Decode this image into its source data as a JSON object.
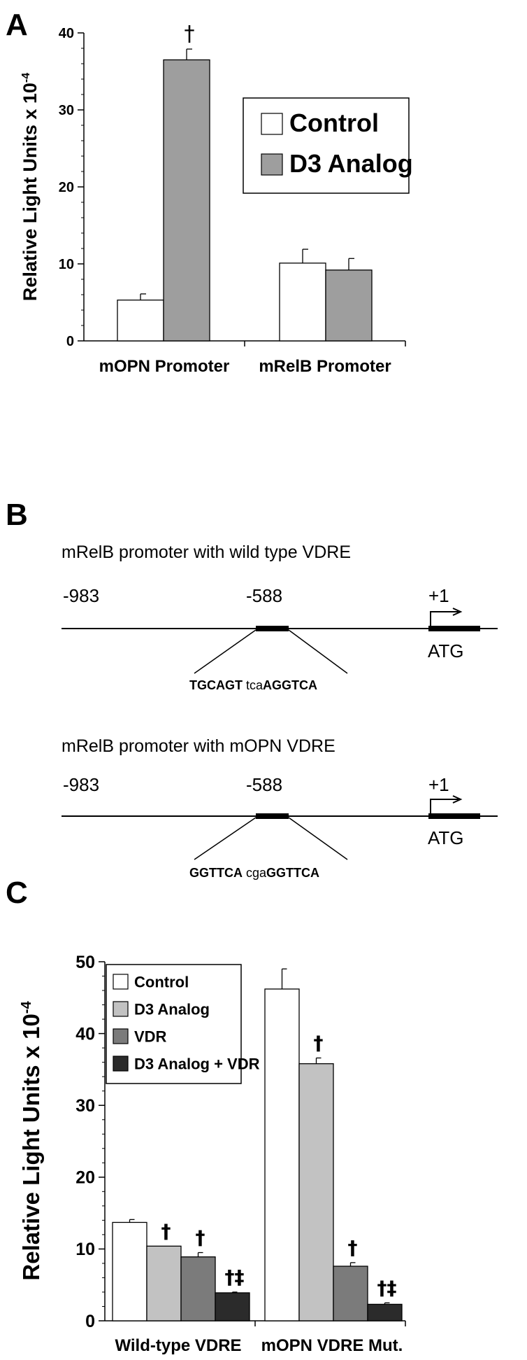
{
  "chart_data": [
    {
      "panel": "A",
      "type": "bar",
      "ylabel": "Relative Light Units x 10",
      "ylabel_exp": "-4",
      "ylim": [
        0,
        40
      ],
      "yticks": [
        "0",
        "10",
        "20",
        "30",
        "40"
      ],
      "categories": [
        "mOPN Promoter",
        "mRelB Promoter"
      ],
      "series": [
        {
          "name": "Control",
          "color": "#ffffff",
          "values": [
            5.3,
            10.1
          ],
          "errors": [
            0.8,
            1.8
          ],
          "marks": [
            "",
            ""
          ]
        },
        {
          "name": "D3 Analog",
          "color": "#9e9e9e",
          "values": [
            36.5,
            9.2
          ],
          "errors": [
            1.4,
            1.5
          ],
          "marks": [
            "†",
            ""
          ]
        }
      ],
      "legend_position": "right",
      "grid": false
    },
    {
      "panel": "C",
      "type": "bar",
      "ylabel": "Relative Light Units x 10",
      "ylabel_exp": "-4",
      "ylim": [
        0,
        50
      ],
      "yticks": [
        "0",
        "10",
        "20",
        "30",
        "40",
        "50"
      ],
      "categories": [
        "Wild-type VDRE",
        "mOPN VDRE Mut."
      ],
      "series": [
        {
          "name": "Control",
          "color": "#ffffff",
          "values": [
            13.7,
            46.2
          ],
          "errors": [
            0.4,
            2.8
          ],
          "marks": [
            "",
            ""
          ]
        },
        {
          "name": "D3 Analog",
          "color": "#c2c2c2",
          "values": [
            10.4,
            35.8
          ],
          "errors": [
            0.0,
            0.8
          ],
          "marks": [
            "†",
            "†"
          ]
        },
        {
          "name": "VDR",
          "color": "#7b7b7b",
          "values": [
            8.9,
            7.6
          ],
          "errors": [
            0.6,
            0.5
          ],
          "marks": [
            "†",
            "†"
          ]
        },
        {
          "name": "D3 Analog + VDR",
          "color": "#2b2b2b",
          "values": [
            3.9,
            2.3
          ],
          "errors": [
            0.1,
            0.2
          ],
          "marks": [
            "†‡",
            "†‡"
          ]
        }
      ],
      "legend_position": "top-left",
      "grid": false
    }
  ],
  "panels": {
    "a": "A",
    "b": "B",
    "c": "C"
  },
  "diagram": {
    "constructs": [
      {
        "title": "mRelB promoter with wild type VDRE",
        "pos_left": "-983",
        "pos_mid": "-588",
        "pos_tss": "+1",
        "atg": "ATG",
        "seq_half1": "TGCAGT",
        "seq_spacer": "tca",
        "seq_half2": "AGGTCA"
      },
      {
        "title": "mRelB promoter with mOPN VDRE",
        "pos_left": "-983",
        "pos_mid": "-588",
        "pos_tss": "+1",
        "atg": "ATG",
        "seq_half1": "GGTTCA",
        "seq_spacer": "cga",
        "seq_half2": "GGTTCA"
      }
    ]
  }
}
